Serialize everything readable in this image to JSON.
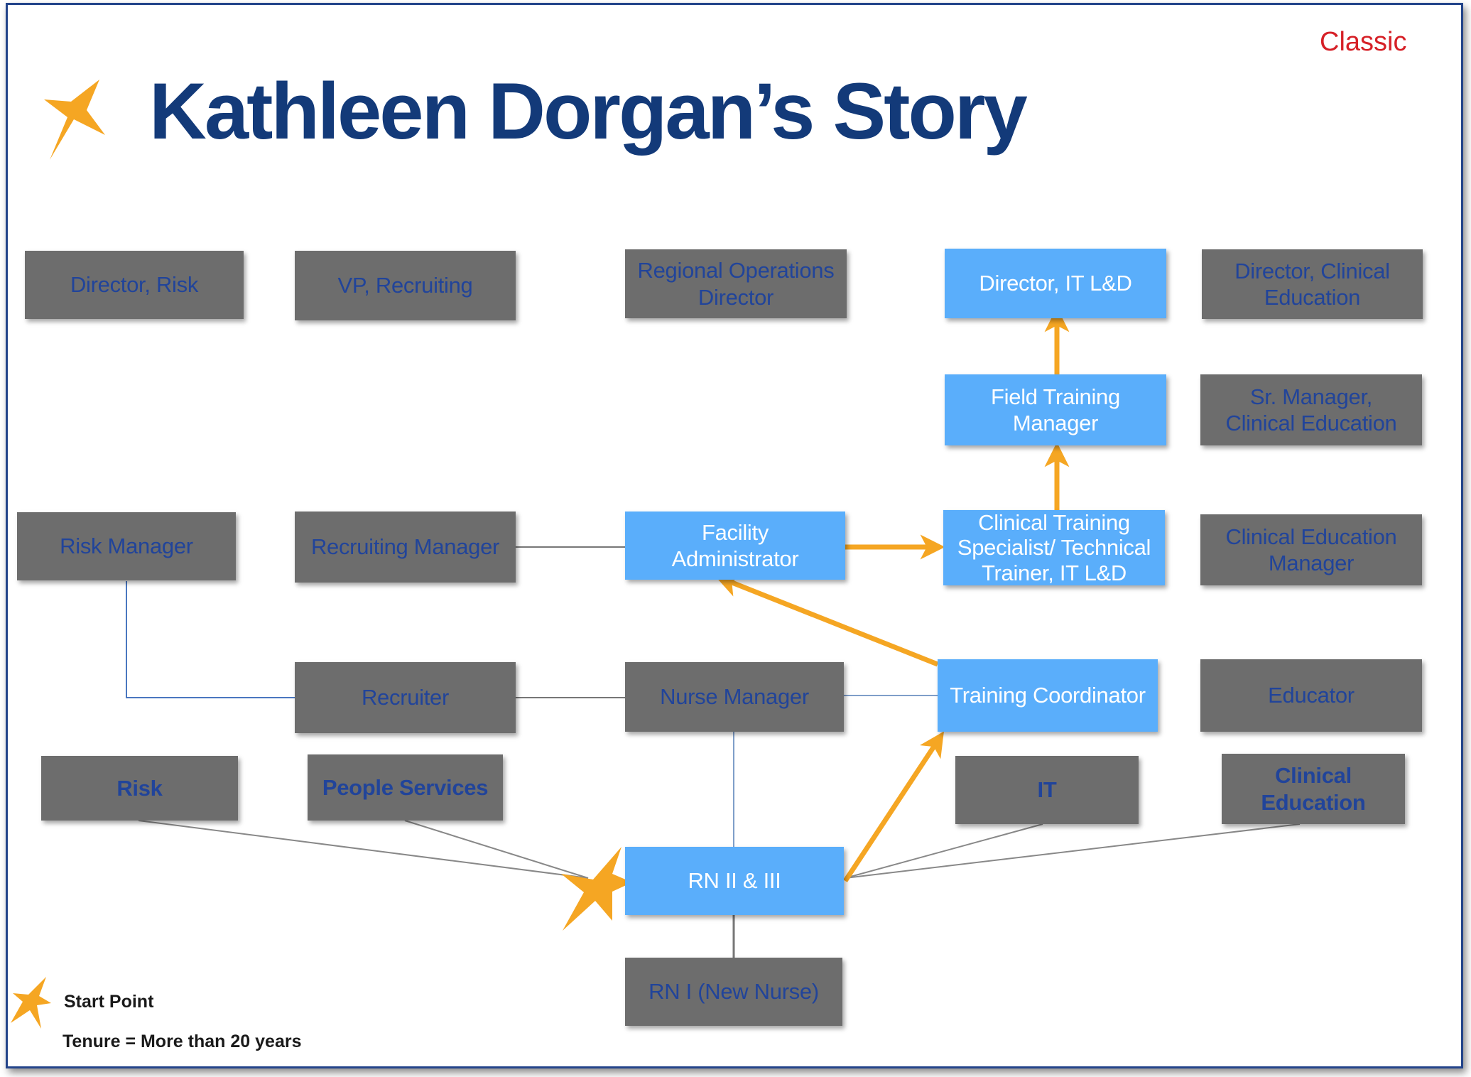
{
  "badge": "Classic",
  "title": "Kathleen Dorgan’s Story",
  "colors": {
    "path_box": "#5aaefb",
    "other_box": "#6d6d6d",
    "arrow": "#f5a623",
    "title": "#133a79",
    "badge": "#d62027"
  },
  "boxes": {
    "director_risk": "Director, Risk",
    "vp_recruiting": "VP, Recruiting",
    "regional_ops_director": "Regional Operations\nDirector",
    "director_it_ld": "Director, IT L&D",
    "director_clinical_education": "Director, Clinical\nEducation",
    "field_training_manager": "Field Training\nManager",
    "sr_manager_clinical_education": "Sr. Manager,\nClinical Education",
    "risk_manager": "Risk Manager",
    "recruiting_manager": "Recruiting Manager",
    "facility_administrator": "Facility\nAdministrator",
    "clinical_training_specialist": "Clinical Training\nSpecialist/ Technical\nTrainer, IT L&D",
    "clinical_education_manager": "Clinical Education\nManager",
    "recruiter": "Recruiter",
    "nurse_manager": "Nurse Manager",
    "training_coordinator": "Training Coordinator",
    "educator": "Educator",
    "rn_2_3": "RN II & III",
    "rn_1": "RN I (New Nurse)"
  },
  "departments": {
    "risk": "Risk",
    "people_services": "People Services",
    "it": "IT",
    "clinical_education": "Clinical\nEducation"
  },
  "legend": {
    "start_point": "Start Point",
    "tenure": "Tenure = More than 20 years"
  },
  "icons": {
    "start": "star-icon"
  }
}
